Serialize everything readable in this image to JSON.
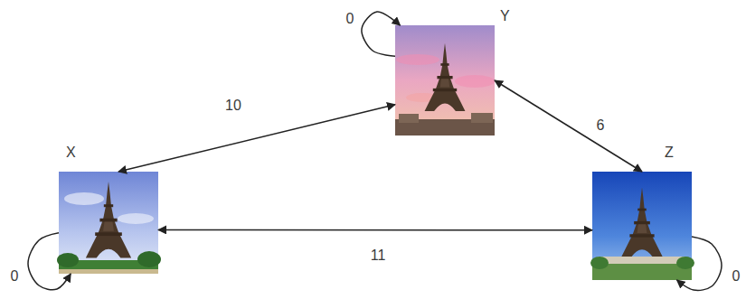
{
  "diagram": {
    "nodes": [
      {
        "text": [
          "Y"
        ]
      },
      {
        "text": [
          "X"
        ]
      },
      {
        "text": [
          "Z"
        ]
      }
    ],
    "edges": [
      {
        "from": 1,
        "to": 0,
        "arrow": "both",
        "label": "10"
      },
      {
        "from": 0,
        "to": 2,
        "arrow": "both",
        "label": "6"
      },
      {
        "from": 1,
        "to": 2,
        "arrow": "both",
        "label": "11"
      },
      {
        "from": 0,
        "to": 0,
        "arrow": "to",
        "label": "0"
      },
      {
        "from": 1,
        "to": 1,
        "arrow": "to",
        "label": "0"
      },
      {
        "from": 2,
        "to": 2,
        "arrow": "to",
        "label": "0"
      }
    ]
  }
}
